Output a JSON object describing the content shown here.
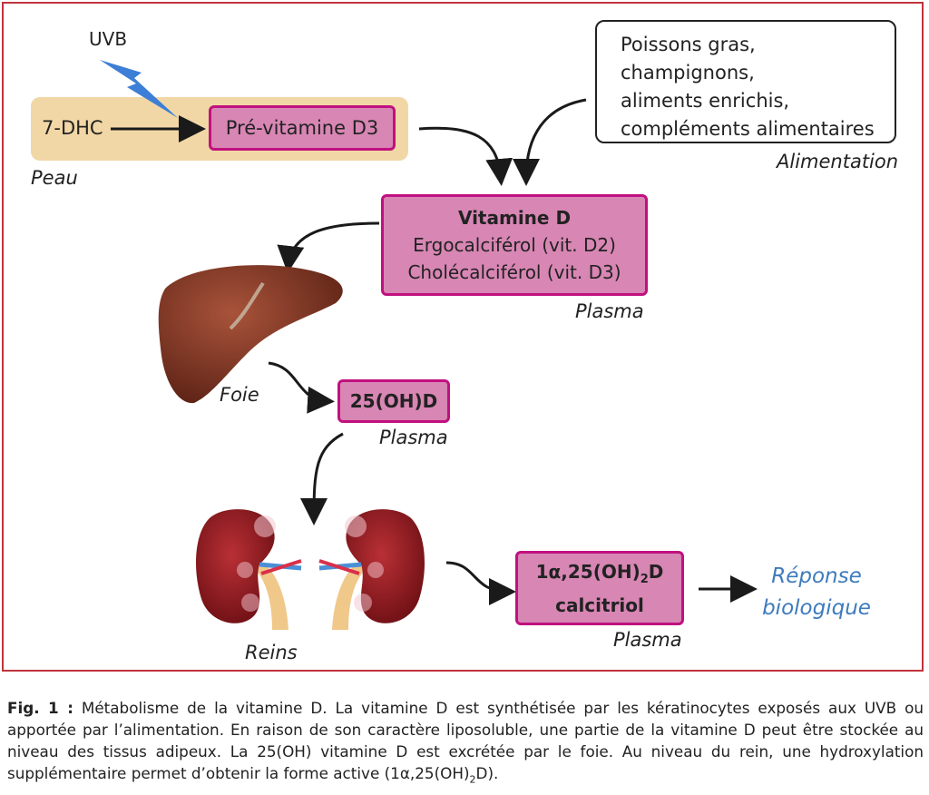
{
  "diagram": {
    "uvb": "UVB",
    "dhc": "7-DHC",
    "previtamin": "Pré-vitamine D3",
    "skin": "Peau",
    "diet_lines": [
      "Poissons gras,",
      "champignons,",
      "aliments enrichis,",
      "compléments alimentaires"
    ],
    "diet": "Alimentation",
    "vitd_title": "Vitamine D",
    "vitd_line1": "Ergocalciférol (vit. D2)",
    "vitd_line2": "Cholécalciférol (vit. D3)",
    "plasma1": "Plasma",
    "liver": "Foie",
    "ohd": "25(OH)D",
    "plasma2": "Plasma",
    "kidneys": "Reins",
    "calcitriol_formula_a": "1α,25(OH)",
    "calcitriol_formula_sub": "2",
    "calcitriol_formula_b": "D",
    "calcitriol_name": "calcitriol",
    "plasma3": "Plasma",
    "response_line1": "Réponse",
    "response_line2": "biologique"
  },
  "caption": {
    "label": "Fig. 1 :",
    "text_main": " Métabolisme de la vitamine D. La vitamine D est synthétisée par les kératinocytes exposés aux UVB ou apportée par l’alimentation. En raison de son caractère liposoluble, une partie de la vitamine D peut être stockée au niveau des tissus adipeux. La 25(OH) vitamine D est excrétée par le foie. Au niveau du rein, une hydroxylation supplémentaire permet d’obtenir la forme active (1α,25(OH)",
    "text_sub": "2",
    "text_end": "D)."
  },
  "colors": {
    "frame": "#c0343c",
    "box_fill": "#d886b4",
    "box_border": "#c0117f",
    "skin_band": "#f2d7a6",
    "uvb_bolt": "#3d7ed6",
    "response_text": "#3e7bbd",
    "liver": "#8c3a26",
    "kidney": "#8e1a1f"
  }
}
